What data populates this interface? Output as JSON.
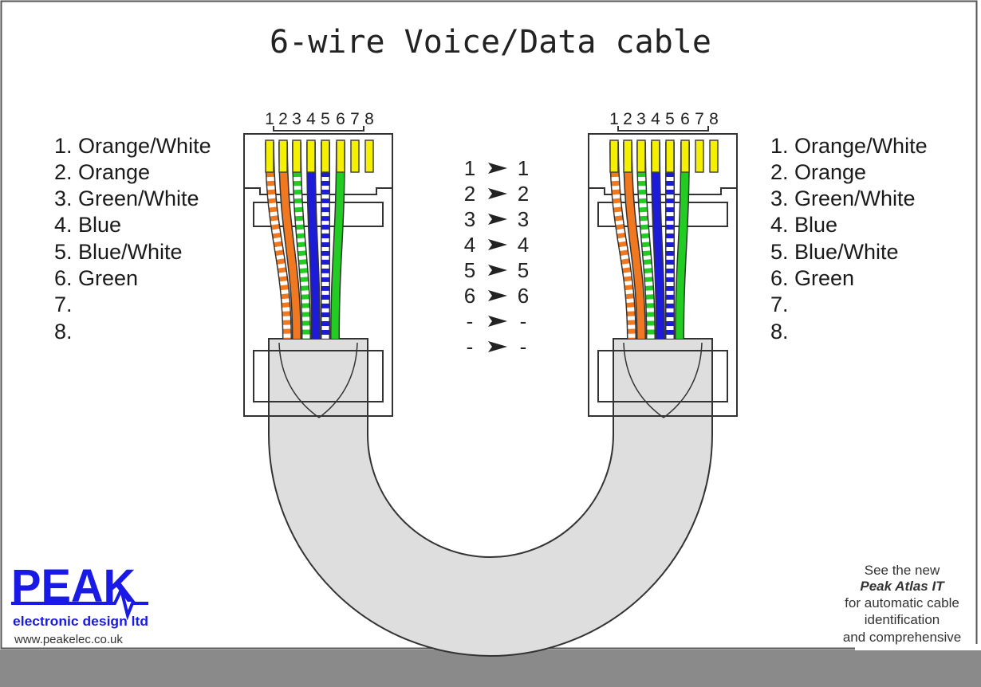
{
  "title": "6-wire Voice/Data cable",
  "pin_numbers": [
    "1",
    "2",
    "3",
    "4",
    "5",
    "6",
    "7",
    "8"
  ],
  "wires_left": [
    {
      "label": "1. Orange/White",
      "stripe": true,
      "color": "#f07820"
    },
    {
      "label": "2. Orange",
      "stripe": false,
      "color": "#f07820"
    },
    {
      "label": "3. Green/White",
      "stripe": true,
      "color": "#22cc22"
    },
    {
      "label": "4. Blue",
      "stripe": false,
      "color": "#1c1cd8"
    },
    {
      "label": "5. Blue/White",
      "stripe": true,
      "color": "#1c1cd8"
    },
    {
      "label": "6. Green",
      "stripe": false,
      "color": "#22cc22"
    },
    {
      "label": "7.",
      "stripe": false,
      "color": null
    },
    {
      "label": "8.",
      "stripe": false,
      "color": null
    }
  ],
  "wires_right": [
    {
      "label": "1. Orange/White"
    },
    {
      "label": "2. Orange"
    },
    {
      "label": "3. Green/White"
    },
    {
      "label": "4. Blue"
    },
    {
      "label": "5. Blue/White"
    },
    {
      "label": "6. Green"
    },
    {
      "label": "7."
    },
    {
      "label": "8."
    }
  ],
  "mapping": [
    {
      "from": "1",
      "to": "1"
    },
    {
      "from": "2",
      "to": "2"
    },
    {
      "from": "3",
      "to": "3"
    },
    {
      "from": "4",
      "to": "4"
    },
    {
      "from": "5",
      "to": "5"
    },
    {
      "from": "6",
      "to": "6"
    },
    {
      "from": "-",
      "to": "-"
    },
    {
      "from": "-",
      "to": "-"
    }
  ],
  "logo": {
    "name": "PEAK",
    "tagline": "electronic design ltd",
    "url": "www.peakelec.co.uk",
    "color": "#1a1ae6"
  },
  "promo": [
    "See the new",
    "Peak Atlas IT",
    "for automatic cable",
    "identification",
    "and comprehensive"
  ],
  "colors": {
    "contact": "#f5f000",
    "cable": "#dedede",
    "frame": "#555555",
    "bar": "#8a8a8a"
  }
}
